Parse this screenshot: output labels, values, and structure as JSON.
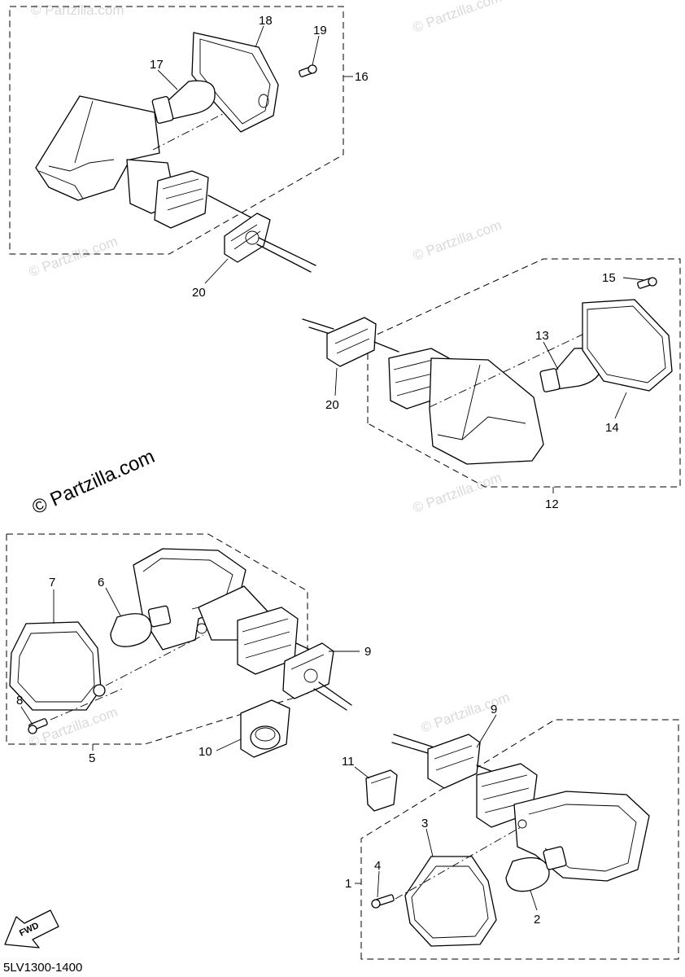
{
  "diagram_code": "5LV1300-1400",
  "fwd_label": "FWD",
  "watermark": "© Partzilla.com",
  "watermark_faint": "© Partzilla.com",
  "parts": {
    "p1": "1",
    "p2": "2",
    "p3": "3",
    "p4": "4",
    "p5": "5",
    "p6": "6",
    "p7": "7",
    "p8": "8",
    "p9a": "9",
    "p9b": "9",
    "p10": "10",
    "p11": "11",
    "p12": "12",
    "p13": "13",
    "p14": "14",
    "p15": "15",
    "p16": "16",
    "p17": "17",
    "p18": "18",
    "p19": "19",
    "p20a": "20",
    "p20b": "20"
  }
}
